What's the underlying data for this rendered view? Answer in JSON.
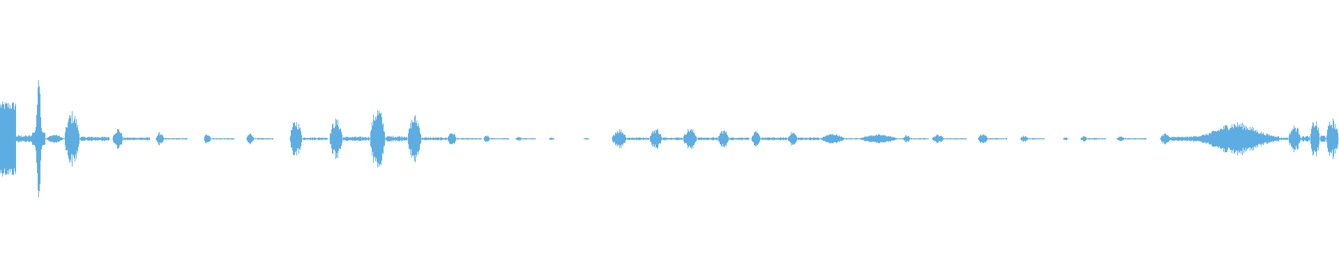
{
  "waveform": {
    "color": "#5dade2",
    "background": "#ffffff",
    "segments": [
      {
        "start": 0.0,
        "end": 0.012,
        "amp": 0.5,
        "shape": "block"
      },
      {
        "start": 0.012,
        "end": 0.024,
        "amp": 0.05,
        "shape": "flat"
      },
      {
        "start": 0.024,
        "end": 0.034,
        "amp": 1.0,
        "shape": "spike"
      },
      {
        "start": 0.034,
        "end": 0.048,
        "amp": 0.06,
        "shape": "bump"
      },
      {
        "start": 0.048,
        "end": 0.06,
        "amp": 0.38,
        "shape": "burst"
      },
      {
        "start": 0.06,
        "end": 0.082,
        "amp": 0.03,
        "shape": "flat"
      },
      {
        "start": 0.084,
        "end": 0.092,
        "amp": 0.15,
        "shape": "burst"
      },
      {
        "start": 0.092,
        "end": 0.112,
        "amp": 0.02,
        "shape": "flat"
      },
      {
        "start": 0.116,
        "end": 0.123,
        "amp": 0.09,
        "shape": "burst"
      },
      {
        "start": 0.123,
        "end": 0.14,
        "amp": 0.01,
        "shape": "flat"
      },
      {
        "start": 0.152,
        "end": 0.158,
        "amp": 0.08,
        "shape": "burst"
      },
      {
        "start": 0.158,
        "end": 0.175,
        "amp": 0.01,
        "shape": "flat"
      },
      {
        "start": 0.184,
        "end": 0.19,
        "amp": 0.08,
        "shape": "burst"
      },
      {
        "start": 0.19,
        "end": 0.204,
        "amp": 0.01,
        "shape": "flat"
      },
      {
        "start": 0.216,
        "end": 0.226,
        "amp": 0.26,
        "shape": "burst"
      },
      {
        "start": 0.226,
        "end": 0.245,
        "amp": 0.02,
        "shape": "flat"
      },
      {
        "start": 0.246,
        "end": 0.256,
        "amp": 0.28,
        "shape": "burst"
      },
      {
        "start": 0.256,
        "end": 0.276,
        "amp": 0.03,
        "shape": "flat"
      },
      {
        "start": 0.276,
        "end": 0.288,
        "amp": 0.44,
        "shape": "burst"
      },
      {
        "start": 0.288,
        "end": 0.304,
        "amp": 0.04,
        "shape": "flat"
      },
      {
        "start": 0.304,
        "end": 0.315,
        "amp": 0.33,
        "shape": "burst"
      },
      {
        "start": 0.315,
        "end": 0.334,
        "amp": 0.02,
        "shape": "flat"
      },
      {
        "start": 0.334,
        "end": 0.341,
        "amp": 0.1,
        "shape": "burst"
      },
      {
        "start": 0.341,
        "end": 0.36,
        "amp": 0.01,
        "shape": "flat"
      },
      {
        "start": 0.361,
        "end": 0.366,
        "amp": 0.05,
        "shape": "burst"
      },
      {
        "start": 0.366,
        "end": 0.38,
        "amp": 0.01,
        "shape": "flat"
      },
      {
        "start": 0.385,
        "end": 0.39,
        "amp": 0.03,
        "shape": "burst"
      },
      {
        "start": 0.39,
        "end": 0.4,
        "amp": 0.01,
        "shape": "flat"
      },
      {
        "start": 0.41,
        "end": 0.414,
        "amp": 0.02,
        "shape": "burst"
      },
      {
        "start": 0.436,
        "end": 0.44,
        "amp": 0.01,
        "shape": "burst"
      },
      {
        "start": 0.457,
        "end": 0.468,
        "amp": 0.14,
        "shape": "burst"
      },
      {
        "start": 0.468,
        "end": 0.485,
        "amp": 0.02,
        "shape": "flat"
      },
      {
        "start": 0.485,
        "end": 0.495,
        "amp": 0.15,
        "shape": "burst"
      },
      {
        "start": 0.495,
        "end": 0.51,
        "amp": 0.02,
        "shape": "flat"
      },
      {
        "start": 0.51,
        "end": 0.521,
        "amp": 0.15,
        "shape": "burst"
      },
      {
        "start": 0.521,
        "end": 0.536,
        "amp": 0.02,
        "shape": "flat"
      },
      {
        "start": 0.536,
        "end": 0.545,
        "amp": 0.13,
        "shape": "burst"
      },
      {
        "start": 0.545,
        "end": 0.56,
        "amp": 0.02,
        "shape": "flat"
      },
      {
        "start": 0.561,
        "end": 0.568,
        "amp": 0.1,
        "shape": "burst"
      },
      {
        "start": 0.568,
        "end": 0.588,
        "amp": 0.02,
        "shape": "flat"
      },
      {
        "start": 0.588,
        "end": 0.596,
        "amp": 0.1,
        "shape": "burst"
      },
      {
        "start": 0.596,
        "end": 0.612,
        "amp": 0.02,
        "shape": "flat"
      },
      {
        "start": 0.612,
        "end": 0.632,
        "amp": 0.07,
        "shape": "bump"
      },
      {
        "start": 0.632,
        "end": 0.64,
        "amp": 0.01,
        "shape": "flat"
      },
      {
        "start": 0.64,
        "end": 0.672,
        "amp": 0.06,
        "shape": "bump"
      },
      {
        "start": 0.672,
        "end": 0.676,
        "amp": 0.01,
        "shape": "flat"
      },
      {
        "start": 0.674,
        "end": 0.68,
        "amp": 0.05,
        "shape": "burst"
      },
      {
        "start": 0.68,
        "end": 0.694,
        "amp": 0.01,
        "shape": "flat"
      },
      {
        "start": 0.696,
        "end": 0.705,
        "amp": 0.06,
        "shape": "burst"
      },
      {
        "start": 0.705,
        "end": 0.722,
        "amp": 0.01,
        "shape": "flat"
      },
      {
        "start": 0.73,
        "end": 0.738,
        "amp": 0.07,
        "shape": "burst"
      },
      {
        "start": 0.738,
        "end": 0.752,
        "amp": 0.01,
        "shape": "flat"
      },
      {
        "start": 0.762,
        "end": 0.768,
        "amp": 0.05,
        "shape": "burst"
      },
      {
        "start": 0.768,
        "end": 0.78,
        "amp": 0.01,
        "shape": "flat"
      },
      {
        "start": 0.794,
        "end": 0.798,
        "amp": 0.02,
        "shape": "burst"
      },
      {
        "start": 0.807,
        "end": 0.812,
        "amp": 0.04,
        "shape": "burst"
      },
      {
        "start": 0.812,
        "end": 0.826,
        "amp": 0.01,
        "shape": "flat"
      },
      {
        "start": 0.834,
        "end": 0.84,
        "amp": 0.04,
        "shape": "burst"
      },
      {
        "start": 0.84,
        "end": 0.856,
        "amp": 0.01,
        "shape": "flat"
      },
      {
        "start": 0.866,
        "end": 0.874,
        "amp": 0.08,
        "shape": "burst"
      },
      {
        "start": 0.872,
        "end": 0.955,
        "amp": 0.23,
        "shape": "swell"
      },
      {
        "start": 0.955,
        "end": 0.962,
        "amp": 0.02,
        "shape": "flat"
      },
      {
        "start": 0.962,
        "end": 0.972,
        "amp": 0.19,
        "shape": "burst"
      },
      {
        "start": 0.972,
        "end": 0.978,
        "amp": 0.04,
        "shape": "flat"
      },
      {
        "start": 0.978,
        "end": 0.986,
        "amp": 0.27,
        "shape": "burst"
      },
      {
        "start": 0.986,
        "end": 0.99,
        "amp": 0.05,
        "shape": "flat"
      },
      {
        "start": 0.99,
        "end": 1.0,
        "amp": 0.28,
        "shape": "burst"
      }
    ]
  }
}
